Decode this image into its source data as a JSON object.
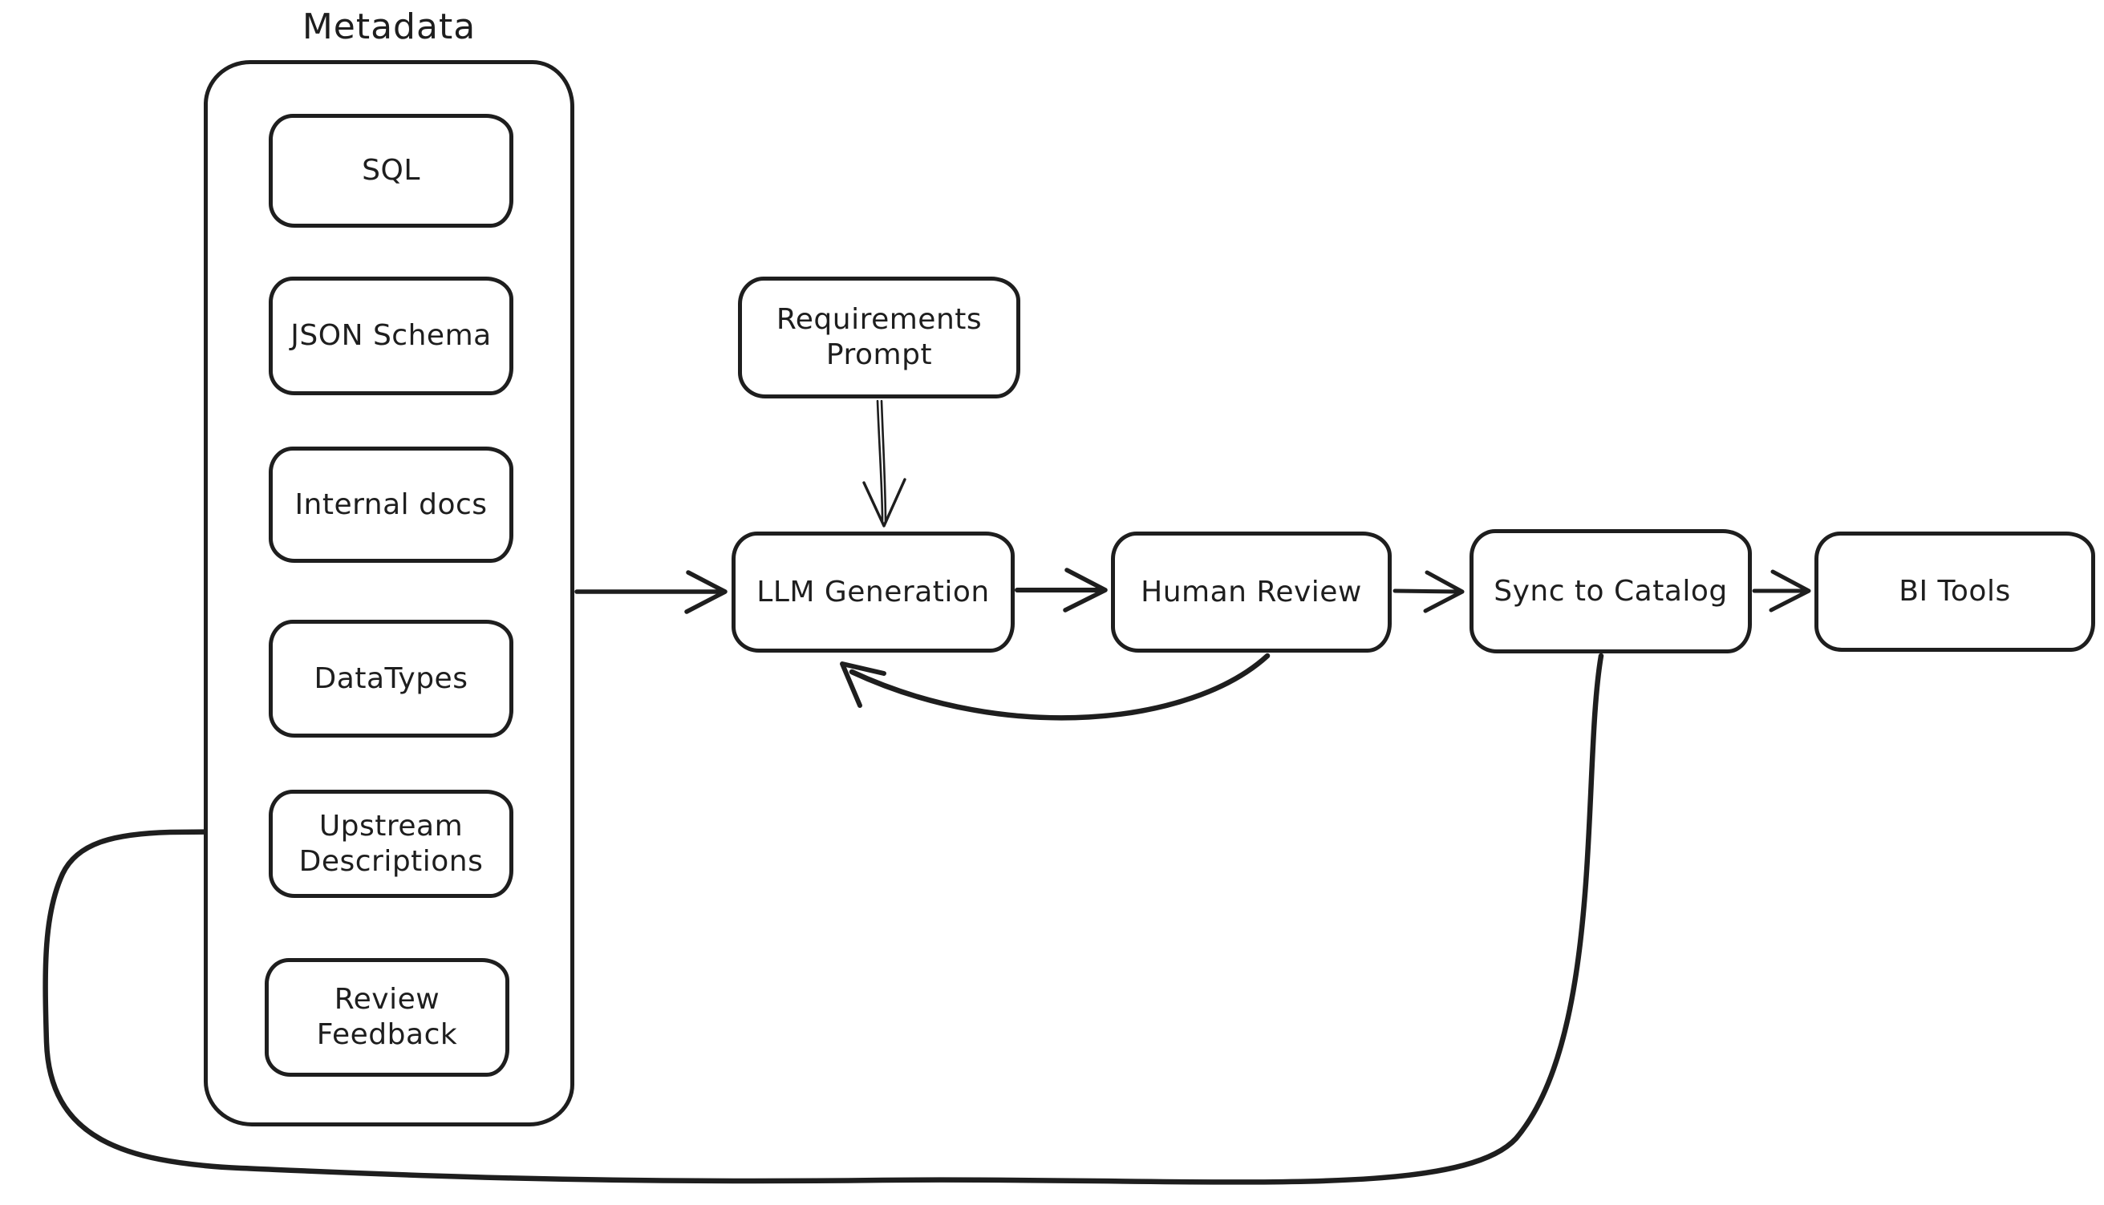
{
  "diagram": {
    "background_color": "#ffffff",
    "stroke_color": "#1e1e1e",
    "group": {
      "title": "Metadata"
    },
    "metadata_items": [
      {
        "label": "SQL"
      },
      {
        "label": "JSON Schema"
      },
      {
        "label": "Internal docs"
      },
      {
        "label": "DataTypes"
      },
      {
        "label": "Upstream\nDescriptions"
      },
      {
        "label": "Review\nFeedback"
      }
    ],
    "nodes": {
      "requirements_prompt": {
        "label": "Requirements\nPrompt"
      },
      "llm_generation": {
        "label": "LLM Generation"
      },
      "human_review": {
        "label": "Human Review"
      },
      "sync_to_catalog": {
        "label": "Sync to Catalog"
      },
      "bi_tools": {
        "label": "BI Tools"
      }
    },
    "edges": [
      {
        "from": "Metadata",
        "to": "LLM Generation"
      },
      {
        "from": "Requirements Prompt",
        "to": "LLM Generation"
      },
      {
        "from": "LLM Generation",
        "to": "Human Review"
      },
      {
        "from": "Human Review",
        "to": "LLM Generation"
      },
      {
        "from": "Human Review",
        "to": "Sync to Catalog"
      },
      {
        "from": "Sync to Catalog",
        "to": "BI Tools"
      },
      {
        "from": "Sync to Catalog",
        "to": "Upstream Descriptions"
      }
    ]
  }
}
